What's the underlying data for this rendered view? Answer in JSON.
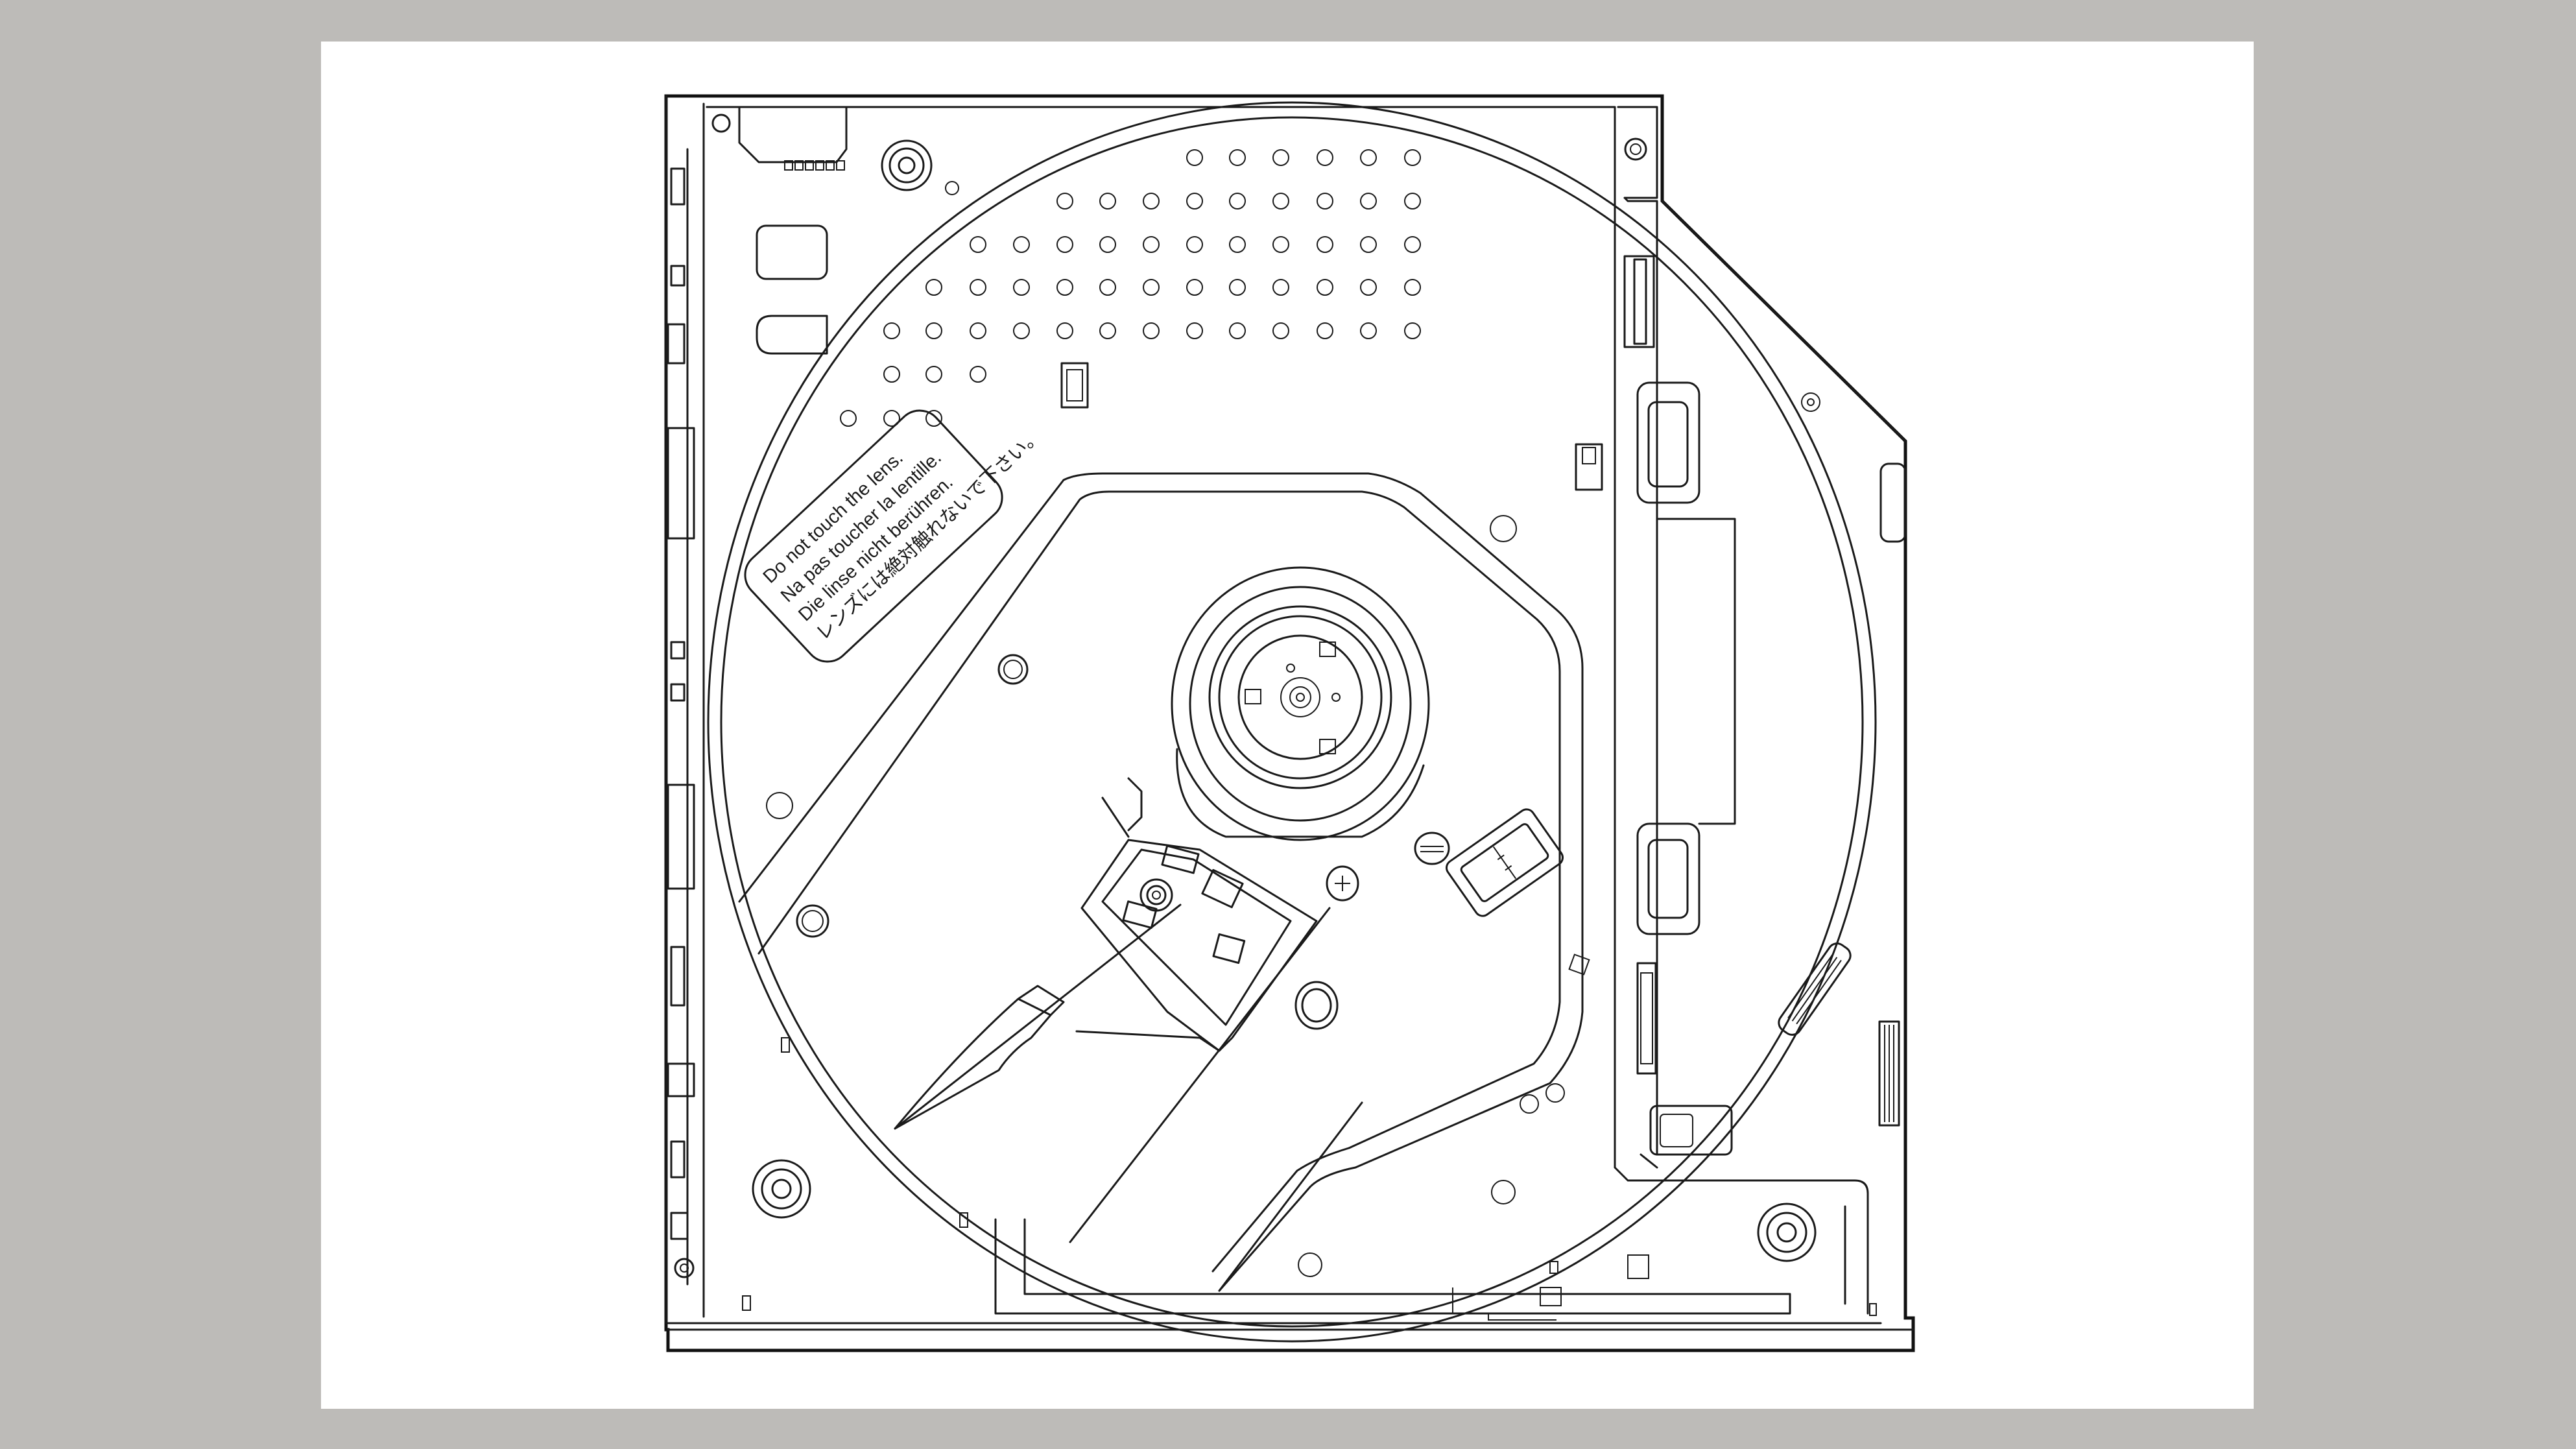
{
  "warning_label": {
    "lines": [
      "Do not touch the lens.",
      "Na pas toucher la lentille.",
      "Die linse nicht berühren.",
      "レンズには絶対触れないで下さい。"
    ]
  },
  "colors": {
    "background": "#bdbbb8",
    "paper": "#ffffff",
    "line": "#1a1a1a"
  }
}
